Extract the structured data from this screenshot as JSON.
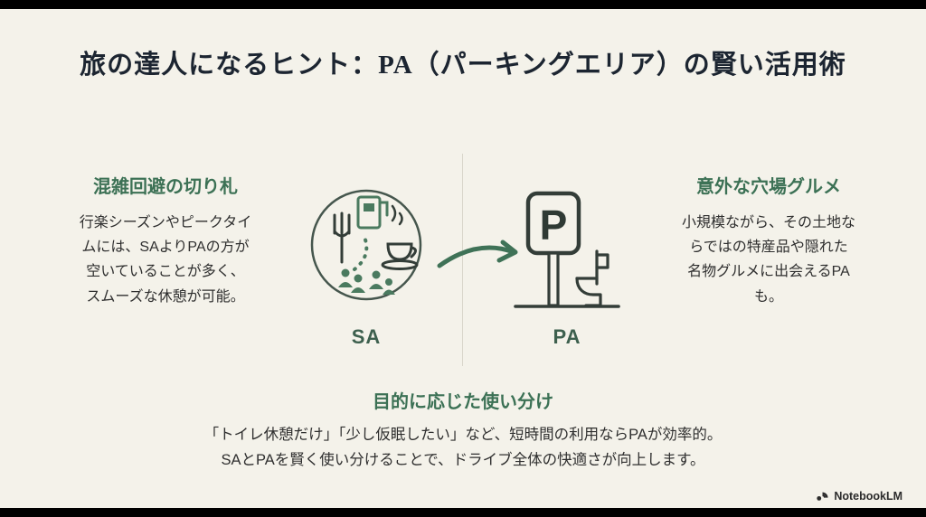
{
  "title": "旅の達人になるヒント：PA（パーキングエリア）の賢い活用術",
  "colors": {
    "background": "#f4f2ea",
    "letterbox": "#000000",
    "accent_green": "#3c7155",
    "illustration_green": "#4a7a5f",
    "illustration_dark": "#333d38",
    "title_text": "#1c2531",
    "body_text": "#2f2f2f",
    "divider": "#d9d6ca"
  },
  "left": {
    "heading": "混雑回避の切り札",
    "body": "行楽シーズンやピークタイ\nムには、SAよりPAの方が\n空いていることが多く、\nスムーズな休憩が可能。"
  },
  "right": {
    "heading": "意外な穴場グルメ",
    "body": "小規模ながら、その土地な\nらではの特産品や隠れた\n名物グルメに出会えるPA\nも。"
  },
  "center": {
    "sa_label": "SA",
    "pa_label": "PA",
    "pa_sign_letter": "P",
    "sa_icon": "service-area-amenities-icon",
    "pa_icon": "parking-sign-toilet-icon",
    "arrow_icon": "right-curved-arrow-icon"
  },
  "bottom": {
    "heading": "目的に応じた使い分け",
    "body": "「トイレ休憩だけ」「少し仮眠したい」など、短時間の利用ならPAが効率的。\nSAとPAを賢く使い分けることで、ドライブ全体の快適さが向上します。"
  },
  "footer": {
    "brand": "NotebookLM",
    "logo_icon": "notebooklm-logo-icon"
  }
}
